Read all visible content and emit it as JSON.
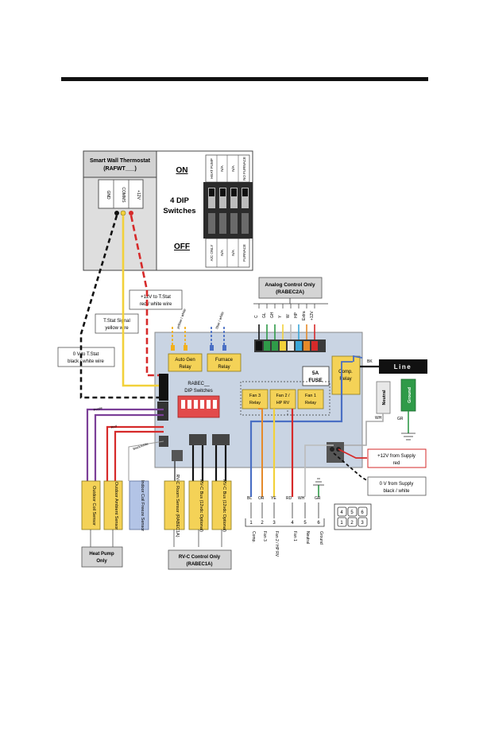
{
  "thermostat": {
    "title_1": "Smart Wall Thermostat",
    "title_2": "(RAFWT___)",
    "terminals": [
      "GND",
      "COMMS",
      "+12V"
    ]
  },
  "dip_block": {
    "on": "ON",
    "off": "OFF",
    "label_1": "4 DIP",
    "label_2": "Switches",
    "top_labels": [
      "HEAT PUMP",
      "N/A",
      "N/A",
      "NO FURNACE"
    ],
    "bottom_labels": [
      "A/C ONLY",
      "N/A",
      "N/A",
      "FURNACE"
    ]
  },
  "analog": {
    "title_1": "Analog Control Only",
    "title_2": "(RABEC2A)",
    "terminals": [
      "C",
      "GL",
      "GH",
      "Y",
      "W",
      "HP",
      "Extra",
      "+12V"
    ]
  },
  "callouts": {
    "plus12_1": "+12V to T.Stat",
    "plus12_2": "red / white wire",
    "signal_1": "T.Stat Signal",
    "signal_2": "yellow wire",
    "zero_1": "0 V to T.Stat",
    "zero_2": "black / white wire",
    "supply_plus_1": "+12V from Supply",
    "supply_plus_2": "red",
    "supply_zero_1": "0 V from Supply",
    "supply_zero_2": "black / white"
  },
  "wire_notes": {
    "yellow_white": "yellow / white",
    "blue_white": "blue / white",
    "purple": "Purple",
    "red": "Red",
    "black_white": "Black/white"
  },
  "board": {
    "auto_gen_1": "Auto Gen",
    "auto_gen_2": "Relay",
    "furnace_1": "Furnace",
    "furnace_2": "Relay",
    "dip_1": "RABEC__",
    "dip_2": "DIP Switches",
    "fan3_1": "Fan 3",
    "fan3_2": "Relay",
    "fan2_1": "Fan 2 /",
    "fan2_2": "HP RV",
    "fan1_1": "Fan 1",
    "fan1_2": "Relay",
    "comp_1": "Comp.",
    "comp_2": "Relay",
    "fuse_1": "5A",
    "fuse_2": "FUSE"
  },
  "power": {
    "line": "Line",
    "neutral": "Neutral",
    "ground": "Ground",
    "bk": "BK",
    "wh": "WH",
    "gr": "GR"
  },
  "connector": {
    "wire_labels": [
      "BL",
      "OR",
      "YE",
      "RD",
      "WH",
      "GR"
    ],
    "pins": [
      "1",
      "2",
      "3",
      "4",
      "5",
      "6"
    ],
    "functions": [
      "Comp.",
      "Fan 3",
      "Fan 2 / HP RV",
      "Fan 1",
      "Neutral",
      "Ground"
    ],
    "face": [
      "4",
      "5",
      "6",
      "1",
      "2",
      "3"
    ]
  },
  "sensors": {
    "coil": "Outdoor Coil Sensor",
    "ambient": "Outdoor Ambient Sensor",
    "freeze": "Indoor Coil Freeze Sensor",
    "rvc_room": "RV-C Room Sensor (RABEC1A)",
    "bus1": "RV-C Bus (12vdc Optional)",
    "bus2": "RV-C Bus (12vdc Optional)",
    "heat_pump_1": "Heat Pump",
    "heat_pump_2": "Only",
    "rvc_1": "RV-C Control Only",
    "rvc_2": "(RABEC1A)"
  },
  "colors": {
    "yellow": "#f2d13a",
    "red": "#d62a2a",
    "blue": "#4a6fc4",
    "purple": "#7b3f98",
    "green": "#2f9a48",
    "board": "#c9d4e3",
    "box_yellow": "#f4d257"
  }
}
